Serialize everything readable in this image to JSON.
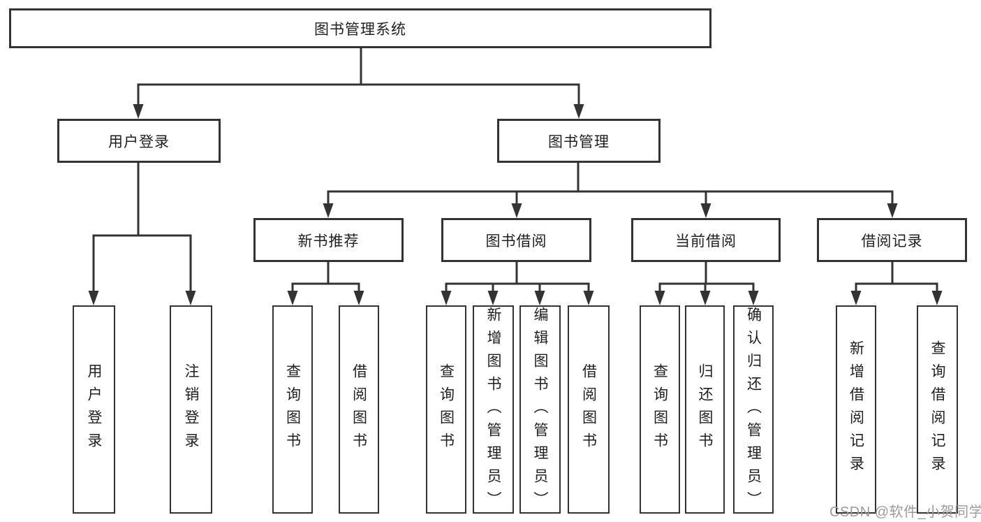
{
  "tree": {
    "label": "图书管理系统",
    "children": [
      {
        "label": "用户登录",
        "children": [
          {
            "label": "用户登录"
          },
          {
            "label": "注销登录"
          }
        ]
      },
      {
        "label": "图书管理",
        "children": [
          {
            "label": "新书推荐",
            "children": [
              {
                "label": "查询图书"
              },
              {
                "label": "借阅图书"
              }
            ]
          },
          {
            "label": "图书借阅",
            "children": [
              {
                "label": "查询图书"
              },
              {
                "label": "新增图书（管理员）"
              },
              {
                "label": "编辑图书（管理员）"
              },
              {
                "label": "借阅图书"
              }
            ]
          },
          {
            "label": "当前借阅",
            "children": [
              {
                "label": "查询图书"
              },
              {
                "label": "归还图书"
              },
              {
                "label": "确认归还（管理员）"
              }
            ]
          },
          {
            "label": "借阅记录",
            "children": [
              {
                "label": "新增借阅记录"
              },
              {
                "label": "查询借阅记录"
              }
            ]
          }
        ]
      }
    ]
  },
  "watermark": {
    "text": "CSDN @软件_小贺同学"
  },
  "colors": {
    "line": "#333333",
    "text": "#1f1f1f",
    "background": "#ffffff",
    "watermark": "#9b9b9b"
  }
}
